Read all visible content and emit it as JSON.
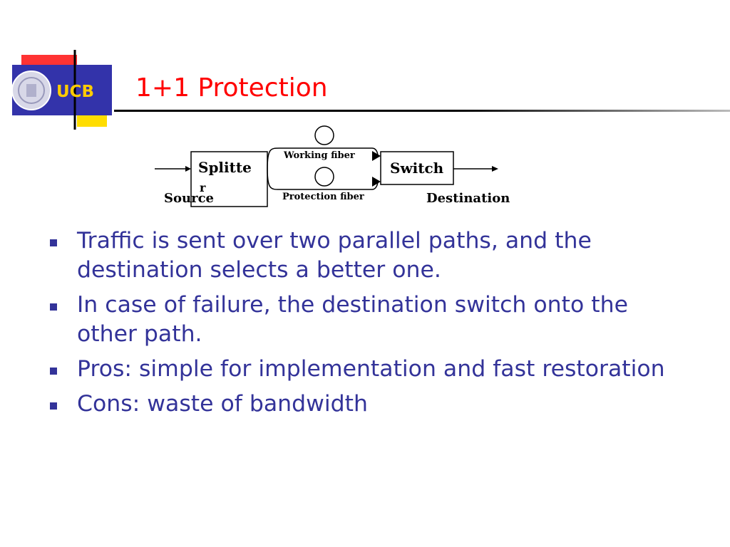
{
  "slide": {
    "title": "1+1 Protection",
    "logo_text": "UCB"
  },
  "diagram": {
    "splitter_label_line1": "Splitte",
    "splitter_label_line2": "r",
    "switch_label": "Switch",
    "working_fiber_label": "Working fiber",
    "protection_fiber_label": "Protection fiber",
    "source_label": "Source",
    "destination_label": "Destination"
  },
  "bullets": [
    "Traffic is sent over two parallel paths, and the destination selects a better one.",
    "In case of failure, the destination switch onto the other path.",
    "Pros: simple for implementation and fast restoration",
    "Cons: waste of bandwidth"
  ],
  "colors": {
    "title": "#ff0000",
    "text": "#333399",
    "logo_bg": "#3333aa",
    "logo_text": "#ffcc00",
    "accent_red": "#ff3333",
    "accent_yellow": "#ffdd00",
    "rule": "#000000"
  }
}
